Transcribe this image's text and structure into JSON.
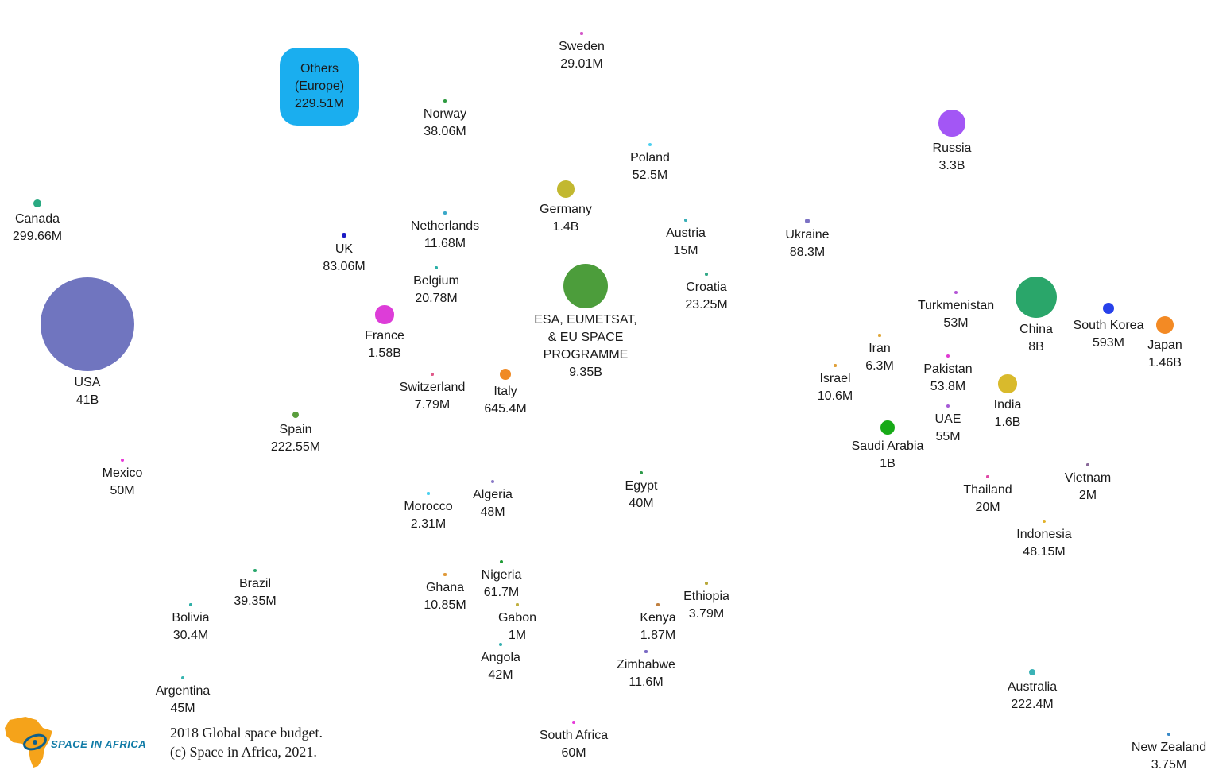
{
  "footer": {
    "line1": "2018 Global space budget.",
    "line2": "(c) Space in Africa, 2021."
  },
  "logo": {
    "text": "SPACE IN AFRICA"
  },
  "chart_data": {
    "type": "bubble",
    "title": "",
    "unit": "USD",
    "points": [
      {
        "name": "USA",
        "label": "41B",
        "value": 41000000000,
        "color": "#7075bf"
      },
      {
        "name": "ESA, EUMETSAT, & EU SPACE PROGRAMME",
        "label_lines": [
          "ESA, EUMETSAT,",
          "& EU SPACE",
          "PROGRAMME"
        ],
        "label": "9.35B",
        "value": 9350000000,
        "color": "#4c9d3b"
      },
      {
        "name": "China",
        "label": "8B",
        "value": 8000000000,
        "color": "#2aa66a"
      },
      {
        "name": "Russia",
        "label": "3.3B",
        "value": 3300000000,
        "color": "#a356f5"
      },
      {
        "name": "India",
        "label": "1.6B",
        "value": 1600000000,
        "color": "#d9ba2c"
      },
      {
        "name": "France",
        "label": "1.58B",
        "value": 1580000000,
        "color": "#dd3dd8"
      },
      {
        "name": "Japan",
        "label": "1.46B",
        "value": 1460000000,
        "color": "#f38a24"
      },
      {
        "name": "Germany",
        "label": "1.4B",
        "value": 1400000000,
        "color": "#c2b830"
      },
      {
        "name": "Saudi Arabia",
        "label": "1B",
        "value": 1000000000,
        "color": "#17aa17"
      },
      {
        "name": "Italy",
        "label": "645.4M",
        "value": 645400000,
        "color": "#f08a25"
      },
      {
        "name": "South Korea",
        "label": "593M",
        "value": 593000000,
        "color": "#2741ea"
      },
      {
        "name": "Spain",
        "label": "222.55M",
        "value": 222550000,
        "color": "#5a9e3d"
      },
      {
        "name": "Australia",
        "label": "222.4M",
        "value": 222400000,
        "color": "#3ab2b6"
      },
      {
        "name": "Canada",
        "label": "299.66M",
        "value": 299660000,
        "color": "#2aa982"
      },
      {
        "name": "UK",
        "label": "83.06M",
        "value": 83060000,
        "color": "#1a1ac4"
      },
      {
        "name": "Ukraine",
        "label": "88.3M",
        "value": 88300000,
        "color": "#7c72c4"
      },
      {
        "name": "South Africa",
        "label": "60M",
        "value": 60000000,
        "color": "#e63ad9"
      },
      {
        "name": "Nigeria",
        "label": "61.7M",
        "value": 61700000,
        "color": "#1d9a33"
      },
      {
        "name": "UAE",
        "label": "55M",
        "value": 55000000,
        "color": "#a55bd6"
      },
      {
        "name": "Pakistan",
        "label": "53.8M",
        "value": 53800000,
        "color": "#e03ad2"
      },
      {
        "name": "Turkmenistan",
        "label": "53M",
        "value": 53000000,
        "color": "#b455d6"
      },
      {
        "name": "Poland",
        "label": "52.5M",
        "value": 52500000,
        "color": "#4dd0f0"
      },
      {
        "name": "Mexico",
        "label": "50M",
        "value": 50000000,
        "color": "#e83ad9"
      },
      {
        "name": "Indonesia",
        "label": "48.15M",
        "value": 48150000,
        "color": "#e2b22b"
      },
      {
        "name": "Algeria",
        "label": "48M",
        "value": 48000000,
        "color": "#8a7ac7"
      },
      {
        "name": "Argentina",
        "label": "45M",
        "value": 45000000,
        "color": "#37b5b0"
      },
      {
        "name": "Angola",
        "label": "42M",
        "value": 42000000,
        "color": "#36b0b0"
      },
      {
        "name": "Egypt",
        "label": "40M",
        "value": 40000000,
        "color": "#2e9a4a"
      },
      {
        "name": "Brazil",
        "label": "39.35M",
        "value": 39350000,
        "color": "#2aa86e"
      },
      {
        "name": "Norway",
        "label": "38.06M",
        "value": 38060000,
        "color": "#2e9a40"
      },
      {
        "name": "Bolivia",
        "label": "30.4M",
        "value": 30400000,
        "color": "#30b0a8"
      },
      {
        "name": "Sweden",
        "label": "29.01M",
        "value": 29010000,
        "color": "#d457c8"
      },
      {
        "name": "Croatia",
        "label": "23.25M",
        "value": 23250000,
        "color": "#33a988"
      },
      {
        "name": "Belgium",
        "label": "20.78M",
        "value": 20780000,
        "color": "#2cb0a8"
      },
      {
        "name": "Thailand",
        "label": "20M",
        "value": 20000000,
        "color": "#e04aa8"
      },
      {
        "name": "Austria",
        "label": "15M",
        "value": 15000000,
        "color": "#3ab0b8"
      },
      {
        "name": "Netherlands",
        "label": "11.68M",
        "value": 11680000,
        "color": "#3aa8c8"
      },
      {
        "name": "Zimbabwe",
        "label": "11.6M",
        "value": 11600000,
        "color": "#7a6ac4"
      },
      {
        "name": "Ghana",
        "label": "10.85M",
        "value": 10850000,
        "color": "#e09a3a"
      },
      {
        "name": "Israel",
        "label": "10.6M",
        "value": 10600000,
        "color": "#e0a03a"
      },
      {
        "name": "Switzerland",
        "label": "7.79M",
        "value": 7790000,
        "color": "#e05a8a"
      },
      {
        "name": "Iran",
        "label": "6.3M",
        "value": 6300000,
        "color": "#e0a83a"
      },
      {
        "name": "Ethiopia",
        "label": "3.79M",
        "value": 3790000,
        "color": "#b8a83a"
      },
      {
        "name": "New Zealand",
        "label": "3.75M",
        "value": 3750000,
        "color": "#3a8ac8"
      },
      {
        "name": "Morocco",
        "label": "2.31M",
        "value": 2310000,
        "color": "#4ad0f0"
      },
      {
        "name": "Vietnam",
        "label": "2M",
        "value": 2000000,
        "color": "#8a6a9a"
      },
      {
        "name": "Kenya",
        "label": "1.87M",
        "value": 1870000,
        "color": "#c08040"
      },
      {
        "name": "Gabon",
        "label": "1M",
        "value": 1000000,
        "color": "#c0b040"
      },
      {
        "name": "Others (Europe)",
        "label_lines": [
          "Others",
          "(Europe)"
        ],
        "label": "229.51M",
        "value": 229510000,
        "color": "#1aaeef",
        "shape": "rounded-rect"
      }
    ]
  }
}
